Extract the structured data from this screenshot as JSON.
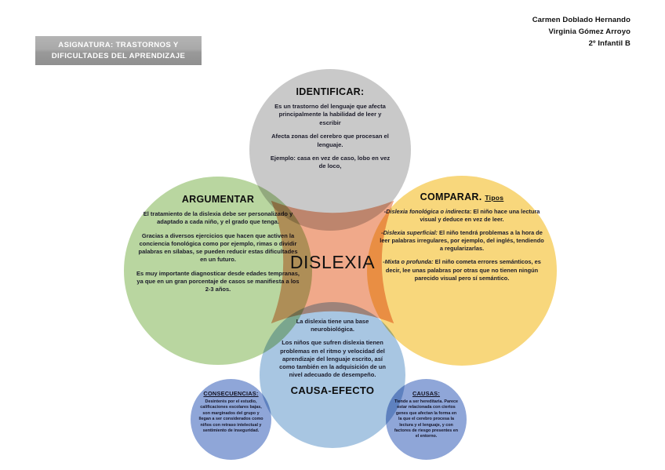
{
  "header": {
    "authors": [
      "Carmen Doblado Hernando",
      "Virginia Gómez Arroyo",
      "2º Infantil B"
    ],
    "subject_banner": "ASIGNATURA: TRASTORNOS Y DIFICULTADES DEL APRENDIZAJE"
  },
  "center": {
    "label": "DISLEXIA",
    "color": "#f0a98a"
  },
  "bubbles": {
    "identificar": {
      "title": "IDENTIFICAR:",
      "color": "#c9c9c9",
      "paragraphs": [
        "Es un trastorno del lenguaje que afecta principalmente la habilidad de leer y escribir",
        "Afecta zonas del cerebro que procesan el lenguaje.",
        "Ejemplo: casa en vez de caso, lobo en vez de loco,"
      ]
    },
    "argumentar": {
      "title": "ARGUMENTAR",
      "color": "#b9d6a0",
      "paragraphs": [
        "El tratamiento de la dislexia debe ser personalizado y adaptado a cada niño, y el grado que tenga.",
        "Gracias a diversos ejercicios que hacen que activen la conciencia fonológica como por ejemplo, rimas o dividir palabras en sílabas, se pueden reducir estas dificultades en un futuro.",
        "Es muy importante diagnosticar desde edades tempranas, ya que en un gran porcentaje de casos se manifiesta a los 2-3 años."
      ]
    },
    "comparar": {
      "title": "COMPARAR.",
      "subtitle": "Tipos",
      "color": "#f8d77c",
      "items": [
        {
          "term": "-Dislexia fonológica o indirecta",
          "text": ": El niño hace una lectura visual y deduce en vez de leer."
        },
        {
          "term": "-Dislexia superficial:",
          "text": " El niño tendrá problemas a la hora de leer palabras irregulares, por ejemplo, del inglés, tendiendo a regularizarlas."
        },
        {
          "term": "-Mixta o profunda:",
          "text": " El niño cometa errores semánticos, es decir, lee unas palabras por otras que no tienen ningún parecido visual pero sí semántico."
        }
      ]
    },
    "causa_efecto": {
      "title": "CAUSA-EFECTO",
      "color": "#a8c6e2",
      "paragraphs": [
        "La dislexia tiene una base neurobiológica.",
        "Los niños que sufren dislexia tienen problemas en el ritmo y velocidad del aprendizaje del lenguaje escrito, así como también en la adquisición de un nivel adecuado de desempeño."
      ]
    },
    "consecuencias": {
      "title": "CONSECUENCIAS:",
      "color": "#8fa6d8",
      "text": "Desinterés por el estudio, calificaciones escolares bajas, son marginados del grupo y llegan a ser considerados como niños con retraso intelectual y sentimiento de inseguridad."
    },
    "causas": {
      "title": "CAUSAS:",
      "color": "#8fa6d8",
      "text": "Tiende a ser hereditaria. Parece estar relacionada con ciertos genes que afectan la forma en la que el cerebro procesa la lectura y el lenguaje, y con factores de riesgo presentes en el entorno."
    }
  }
}
